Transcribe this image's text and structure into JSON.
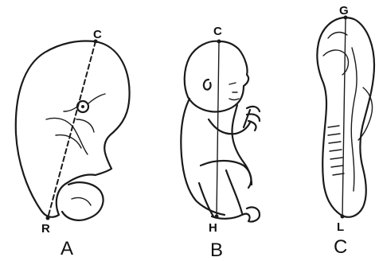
{
  "figures": [
    {
      "caption": "A",
      "top_label": "C",
      "bottom_label": "R"
    },
    {
      "caption": "B",
      "top_label": "C",
      "bottom_label": "H"
    },
    {
      "caption": "C",
      "top_label": "G",
      "bottom_label": "L"
    }
  ]
}
